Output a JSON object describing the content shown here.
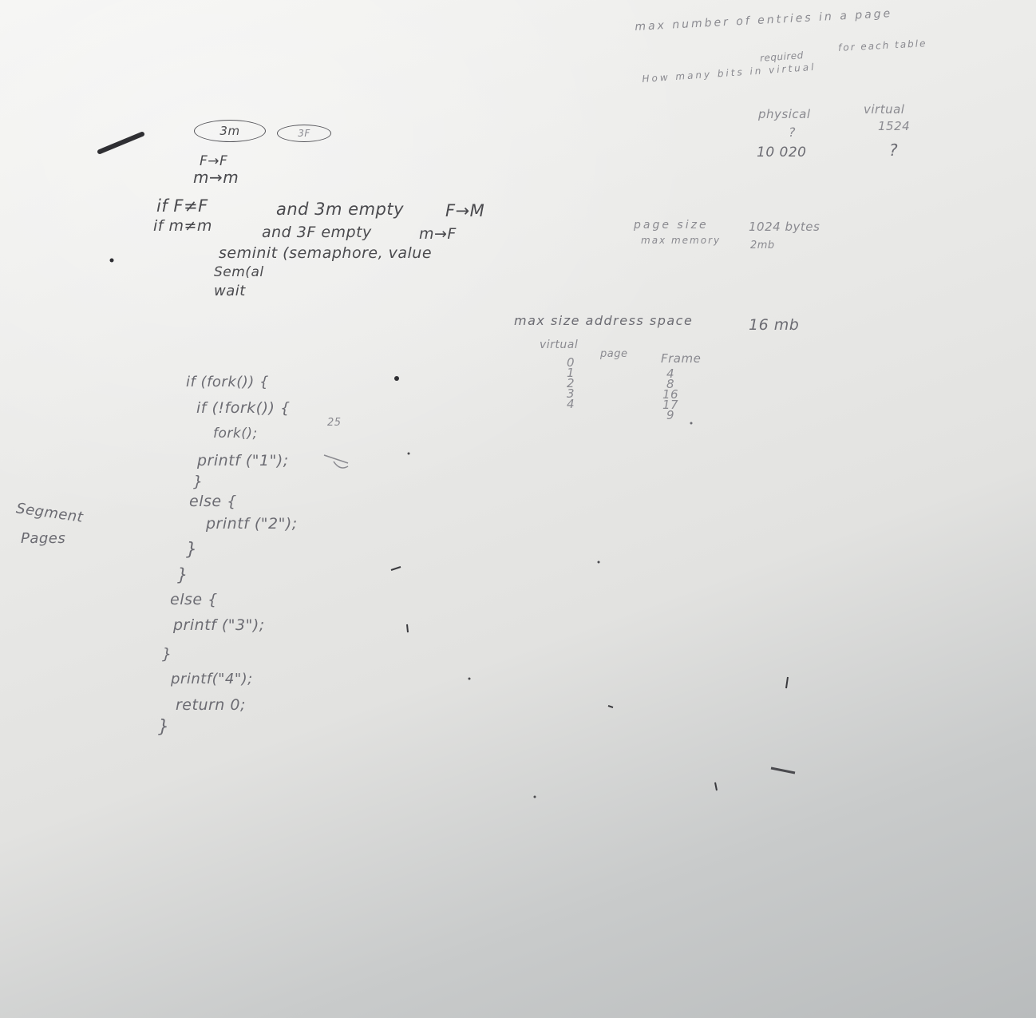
{
  "board": {
    "ovals": [
      "3m",
      "3F"
    ],
    "rules": {
      "line1": "F→F",
      "line2": "m→m",
      "line3a": "if F≠F",
      "line3b": "and 3m empty",
      "line3c": "F→M",
      "line4a": "if m≠m",
      "line4b": "and 3F empty",
      "line4c": "m→F",
      "semaphore_init": "seminit (semaphore, value",
      "semaphore_signal": "Sem(al",
      "semaphore_wait": "wait"
    },
    "code": {
      "l1": "if (fork()) {",
      "l2": "if (!fork()) {",
      "l2_note": "25",
      "l3": "fork();",
      "l4": "printf (\"1\");",
      "l5": "}",
      "l6": "else {",
      "l7": "printf (\"2\");",
      "l8": "}",
      "l9": "}",
      "l10": "else {",
      "l11": "printf (\"3\");",
      "l12": "}",
      "l13": "printf(\"4\");",
      "l14": "return 0;",
      "l15": "}"
    },
    "margin_notes": {
      "segment": "Segment",
      "pages": "Pages"
    },
    "paging_questions": {
      "max_entries": "max number of entries in a page",
      "required": "required",
      "for_each_table": "for each table",
      "how_many_bits": "How many bits in virtual",
      "col_physical": "physical",
      "col_virtual": "virtual",
      "physical_q": "?",
      "physical_val": "10 020",
      "virtual_val": "1524",
      "virtual_q": "?"
    },
    "memory": {
      "page_size_label": "page size",
      "page_size_value": "1024 bytes",
      "max_memory_label": "max memory",
      "max_memory_value": "2mb",
      "max_size_label": "max size address space",
      "max_size_value": "16 mb"
    },
    "page_table": {
      "col_virtual": "virtual",
      "col_page": "page",
      "col_frame": "Frame",
      "pages": [
        "0",
        "1",
        "2",
        "3",
        "4"
      ],
      "frames": [
        "4",
        "8",
        "16",
        "17",
        "9"
      ]
    }
  }
}
